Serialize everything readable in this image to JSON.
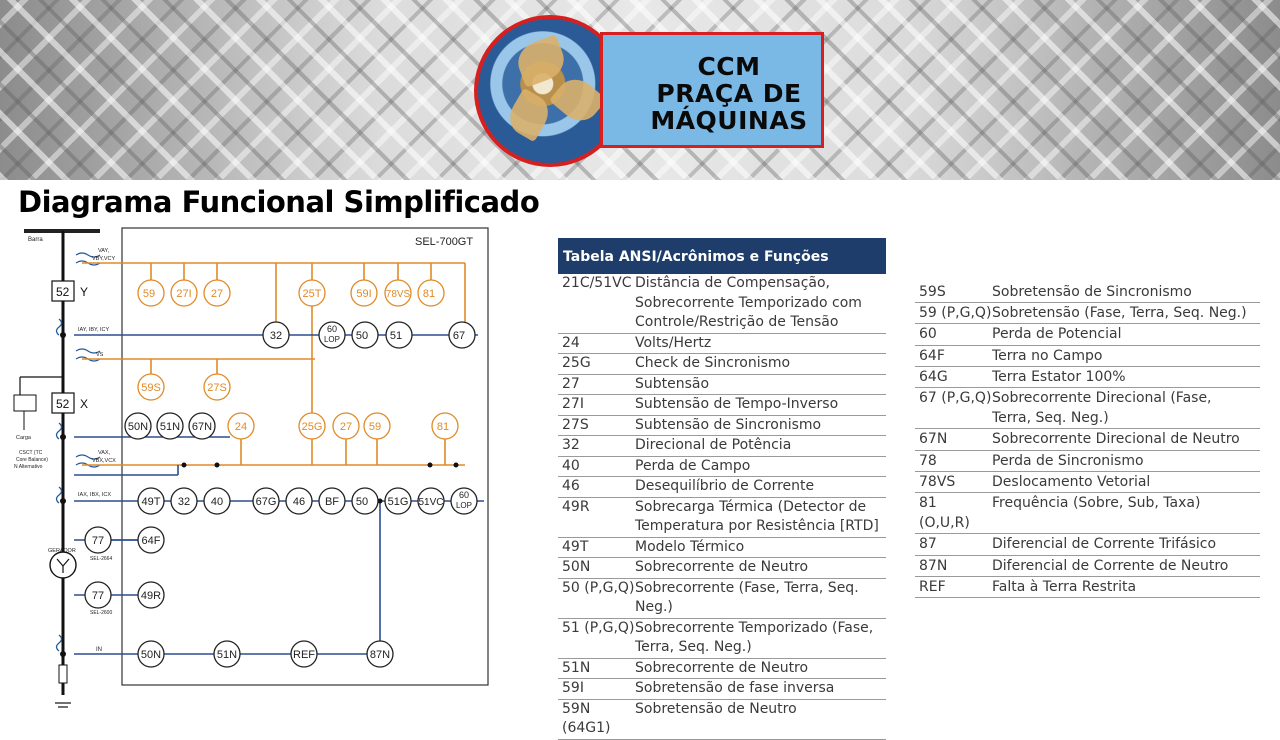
{
  "logo": {
    "line1": "CCM",
    "line2": "PRAÇA DE",
    "line3": "MÁQUINAS"
  },
  "title": "Diagrama Funcional Simplificado",
  "diagram": {
    "relay_name": "SEL-700GT",
    "labels": {
      "barra": "Barra",
      "vay": "VAY,",
      "vby": "VBY,VCY",
      "iay": "IAY, IBY, ICY",
      "vs": "VS",
      "carga": "Carga",
      "core1": "CSCT (TC",
      "core2": "Core Balance)",
      "core3": "N Alternativo",
      "vax": "VAX,",
      "vbx": "VBX,VCX",
      "iax": "IAX, IBX, ICX",
      "gerador": "GERADOR",
      "sel2664": "SEL-2664",
      "sel2600": "SEL-2600",
      "in": "IN",
      "b52y": "52",
      "y": "Y",
      "b52x": "52",
      "x": "X"
    },
    "elements": {
      "e59pgq_top": "59",
      "e27i_top": "27I",
      "e27_top": "27",
      "e25t": "25T",
      "e59i_top": "59I",
      "e78vs": "78VS",
      "e81_top": "81",
      "e32_top": "32",
      "e60lop_top": "60",
      "e60lop_top_b": "LOP",
      "e50_top": "50",
      "e51_top": "51",
      "e67_top": "67",
      "e59s": "59S",
      "e27s": "27S",
      "e50n_mid": "50N",
      "e51n_mid": "51N",
      "e67n": "67N",
      "e24": "24",
      "e25g": "25G",
      "e27_mid": "27",
      "e59_mid": "59",
      "e81_mid": "81",
      "e49t": "49T",
      "e32_bot": "32",
      "e40": "40",
      "e67g": "67G",
      "e46": "46",
      "ebf": "BF",
      "e50_bot": "50",
      "e51g": "51G",
      "e51vc": "51VC",
      "e60lop_bot": "60",
      "e60lop_bot_b": "LOP",
      "e77a": "77",
      "e64f": "64F",
      "e77b": "77",
      "e49r": "49R",
      "e50n_bot": "50N",
      "e51n_bot": "51N",
      "eref": "REF",
      "e87n": "87N"
    }
  },
  "ansi_table": {
    "header": "Tabela ANSI/Acrônimos e Funções",
    "rows": [
      {
        "code": "21C/51VC",
        "desc": "Distância de Compensação,\nSobrecorrente Temporizado com\nControle/Restrição de Tensão"
      },
      {
        "code": "24",
        "desc": "Volts/Hertz"
      },
      {
        "code": "25G",
        "desc": "Check de Sincronismo"
      },
      {
        "code": "27",
        "desc": "Subtensão"
      },
      {
        "code": "27I",
        "desc": "Subtensão de Tempo-Inverso"
      },
      {
        "code": "27S",
        "desc": "Subtensão de Sincronismo"
      },
      {
        "code": "32",
        "desc": "Direcional de Potência"
      },
      {
        "code": "40",
        "desc": "Perda de Campo"
      },
      {
        "code": "46",
        "desc": "Desequilíbrio de Corrente"
      },
      {
        "code": "49R",
        "desc": "Sobrecarga Térmica (Detector de\nTemperatura por Resistência [RTD]"
      },
      {
        "code": "49T",
        "desc": "Modelo Térmico"
      },
      {
        "code": "50N",
        "desc": "Sobrecorrente de Neutro"
      },
      {
        "code": "50 (P,G,Q)",
        "desc": "Sobrecorrente (Fase, Terra, Seq. Neg.)"
      },
      {
        "code": "51 (P,G,Q)",
        "desc": "Sobrecorrente Temporizado (Fase,\nTerra, Seq. Neg.)"
      },
      {
        "code": "51N",
        "desc": "Sobrecorrente de Neutro"
      },
      {
        "code": "59I",
        "desc": "Sobretensão de fase inversa"
      },
      {
        "code": "59N\n(64G1)",
        "desc": "Sobretensão de Neutro"
      }
    ],
    "rows2": [
      {
        "code": "59S",
        "desc": "Sobretensão de Sincronismo"
      },
      {
        "code": "59 (P,G,Q)",
        "desc": "Sobretensão (Fase, Terra, Seq. Neg.)"
      },
      {
        "code": "60",
        "desc": "Perda de Potencial"
      },
      {
        "code": "64F",
        "desc": "Terra no Campo"
      },
      {
        "code": "64G",
        "desc": "Terra Estator 100%"
      },
      {
        "code": "67 (P,G,Q)",
        "desc": "Sobrecorrente Direcional (Fase,\nTerra, Seq. Neg.)"
      },
      {
        "code": "67N",
        "desc": "Sobrecorrente Direcional de Neutro"
      },
      {
        "code": "78",
        "desc": "Perda de Sincronismo"
      },
      {
        "code": "78VS",
        "desc": "Deslocamento Vetorial"
      },
      {
        "code": "81 (O,U,R)",
        "desc": "Frequência (Sobre, Sub, Taxa)"
      },
      {
        "code": "87",
        "desc": "Diferencial de Corrente Trifásico"
      },
      {
        "code": "87N",
        "desc": "Diferencial de Corrente de Neutro"
      },
      {
        "code": "REF",
        "desc": "Falta à Terra Restrita"
      }
    ]
  }
}
